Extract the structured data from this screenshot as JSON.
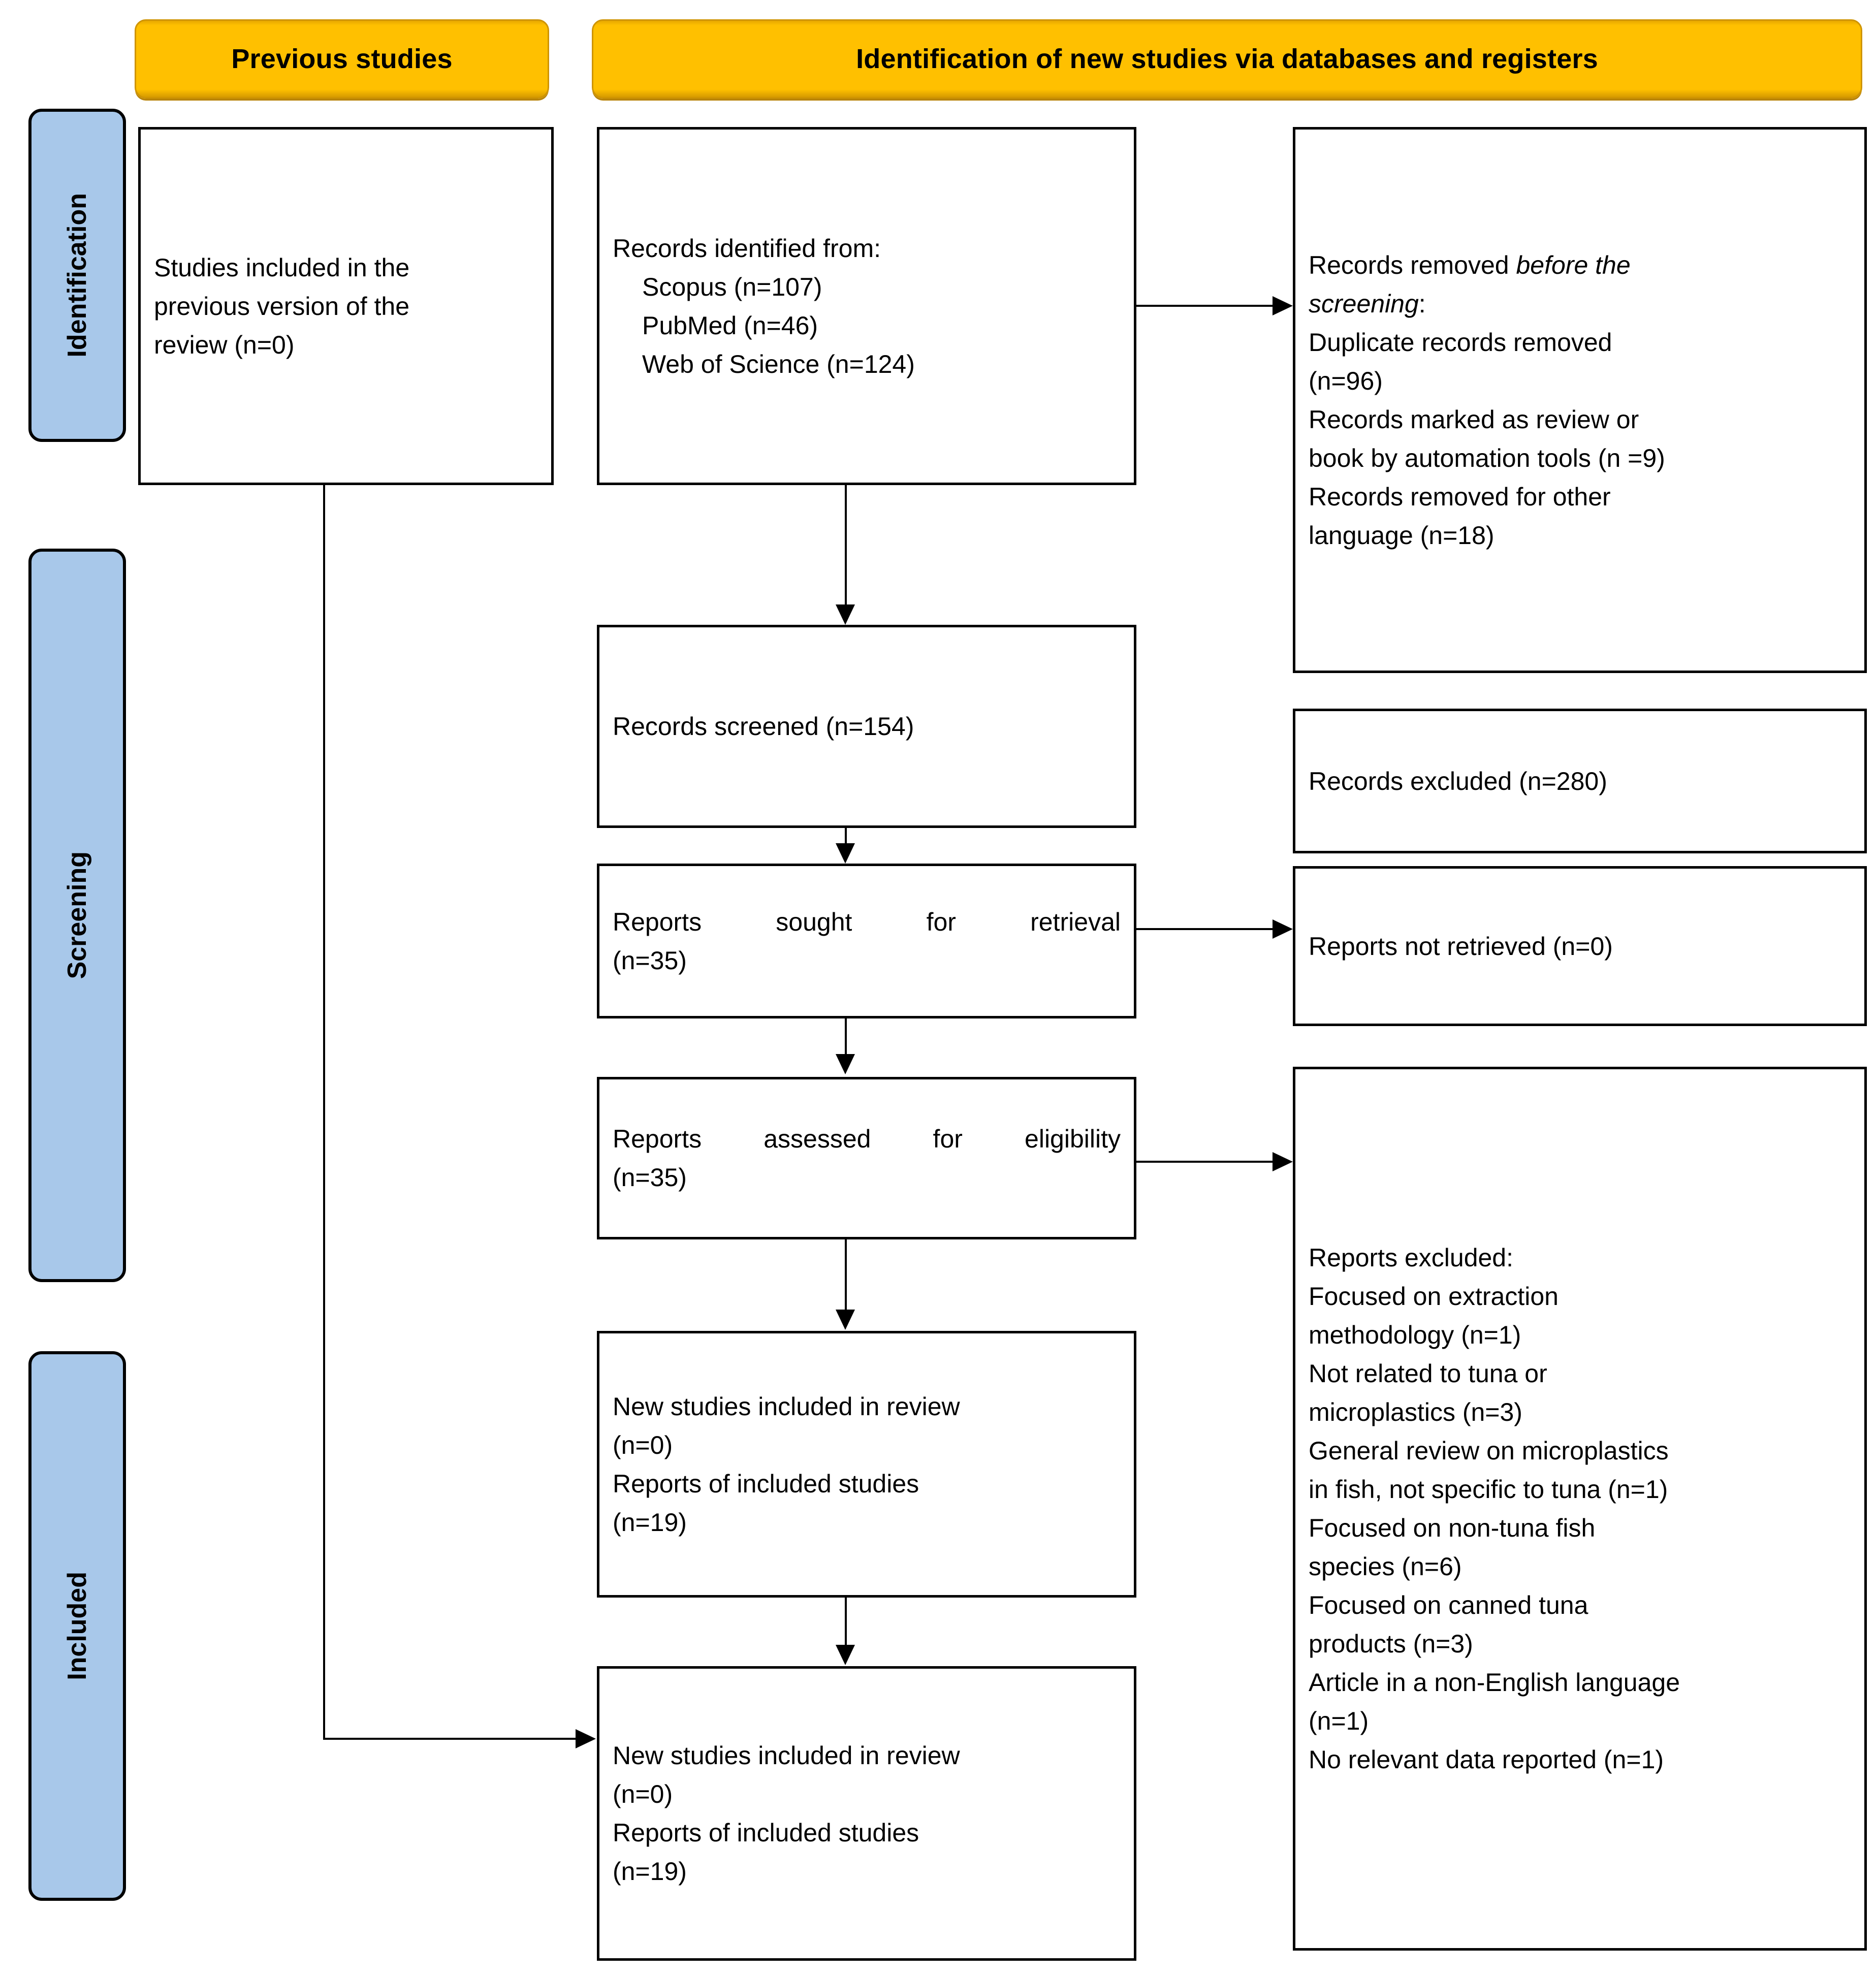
{
  "headers": {
    "previous": "Previous studies",
    "new": "Identification of new studies via databases and registers"
  },
  "phases": {
    "identification": "Identification",
    "screening": "Screening",
    "included": "Included"
  },
  "boxes": {
    "previous_included": {
      "lines": [
        "Studies included in the",
        "previous version of the",
        "review (n=0)"
      ]
    },
    "records_identified": {
      "title": "Records identified from:",
      "sources": [
        "Scopus (n=107)",
        "PubMed (n=46)",
        "Web of Science (n=124)"
      ]
    },
    "records_removed": {
      "lead_plain": "Records removed ",
      "lead_italic": "before the",
      "lead_italic2": "screening",
      "lead_colon": ":",
      "lines": [
        "Duplicate records removed",
        "(n=96)",
        "Records marked as review or",
        "book by automation tools (n =9)",
        "Records removed for other",
        "language (n=18)"
      ]
    },
    "records_screened": {
      "lines": [
        "Records screened (n=154)"
      ]
    },
    "records_excluded": {
      "lines": [
        "Records excluded (n=280)"
      ]
    },
    "reports_sought": {
      "lines": [
        "Reports sought for retrieval",
        "(n=35)"
      ]
    },
    "reports_not_retrieved": {
      "lines": [
        "Reports not retrieved (n=0)"
      ]
    },
    "reports_assessed": {
      "lines": [
        "Reports assessed for eligibility",
        "(n=35)"
      ]
    },
    "reports_excluded": {
      "title": "Reports excluded:",
      "reasons": [
        "Focused on extraction",
        "methodology (n=1)",
        "Not related to tuna or",
        "microplastics (n=3)",
        "General review on microplastics",
        "in fish, not specific to tuna (n=1)",
        "Focused on non-tuna fish",
        "species (n=6)",
        "Focused on canned tuna",
        "products (n=3)",
        "Article in a non-English language",
        "(n=1)",
        "No relevant data reported (n=1)"
      ]
    },
    "new_studies_top": {
      "lines": [
        "New studies included in review",
        "(n=0)",
        "Reports of included studies",
        "(n=19)"
      ]
    },
    "new_studies_bottom": {
      "lines": [
        "New studies included in review",
        "(n=0)",
        "Reports of included studies",
        "(n=19)"
      ]
    }
  },
  "colors": {
    "header_fill": "#ffc000",
    "phase_fill": "#a8c8ea",
    "stroke": "#000000",
    "background": "#ffffff"
  }
}
